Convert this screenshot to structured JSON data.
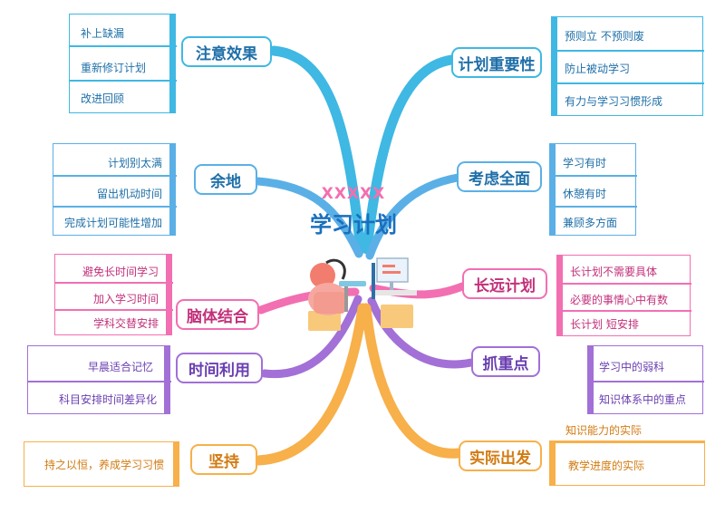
{
  "center": {
    "subtitle": "XXXXX",
    "title": "学习计划"
  },
  "colors": {
    "cyan": "#3fb8e3",
    "lightblue": "#5ab0e6",
    "pink": "#f26fb2",
    "purple": "#a270d6",
    "orange": "#f7b04a"
  },
  "branches": [
    {
      "label": "注意效果",
      "leaves": [
        "补上缺漏",
        "重新修订计划",
        "改进回顾"
      ]
    },
    {
      "label": "余地",
      "leaves": [
        "计划别太满",
        "留出机动时间",
        "完成计划可能性增加"
      ]
    },
    {
      "label": "脑体结合",
      "leaves": [
        "避免长时间学习",
        "加入学习时间",
        "学科交替安排"
      ]
    },
    {
      "label": "时间利用",
      "leaves": [
        "早晨适合记忆",
        "科目安排时间差异化"
      ]
    },
    {
      "label": "坚持",
      "leaves": [
        "持之以恒，养成学习习惯"
      ]
    },
    {
      "label": "计划重要性",
      "leaves": [
        "预则立  不预则废",
        "防止被动学习",
        "有力与学习习惯形成"
      ]
    },
    {
      "label": "考虑全面",
      "leaves": [
        "学习有时",
        "休憩有时",
        "兼顾多方面"
      ]
    },
    {
      "label": "长远计划",
      "leaves": [
        "长计划不需要具体",
        "必要的事情心中有数",
        "长计划  短安排"
      ]
    },
    {
      "label": "抓重点",
      "leaves": [
        "学习中的弱科",
        "知识体系中的重点"
      ]
    },
    {
      "label": "实际出发",
      "leaves": [
        "知识能力的实际",
        "教学进度的实际"
      ]
    }
  ]
}
